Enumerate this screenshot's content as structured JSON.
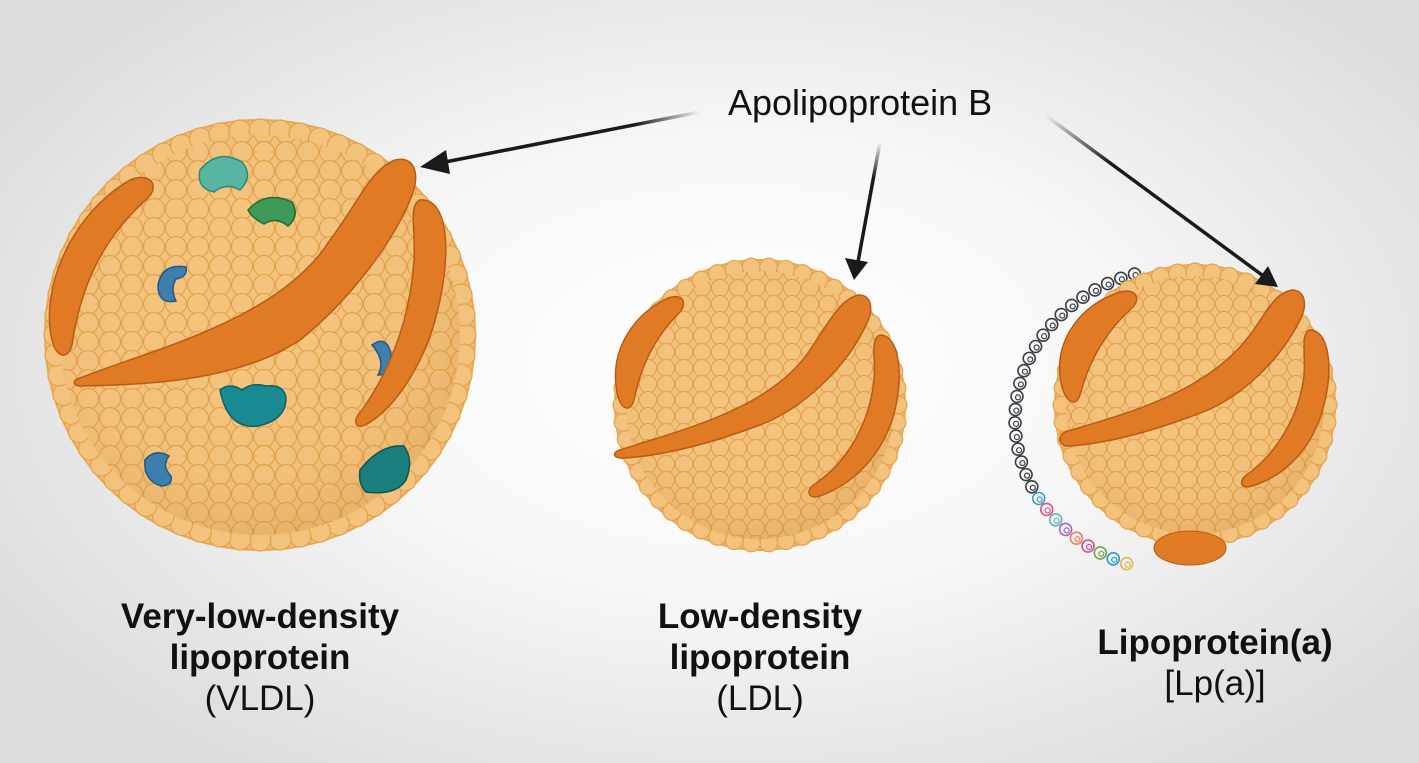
{
  "annotation": {
    "label": "Apolipoprotein B"
  },
  "particles": [
    {
      "id": "vldl",
      "name_lines": [
        "Very-low-density",
        "lipoprotein"
      ],
      "abbreviation": "(VLDL)"
    },
    {
      "id": "ldl",
      "name_lines": [
        "Low-density",
        "lipoprotein"
      ],
      "abbreviation": "(LDL)"
    },
    {
      "id": "lpa",
      "name_lines": [
        "Lipoprotein(a)"
      ],
      "abbreviation": "[Lp(a)]"
    }
  ],
  "colors": {
    "lipid_fill": "#f3c077",
    "lipid_stroke": "#e3a24a",
    "apob": "#e07a25",
    "apob_stroke": "#b85c14",
    "teal": "#1a8a92",
    "green": "#3d9a58",
    "blue": "#3f7fae",
    "aqua": "#58b5a2",
    "arrow": "#1a1a1a"
  }
}
